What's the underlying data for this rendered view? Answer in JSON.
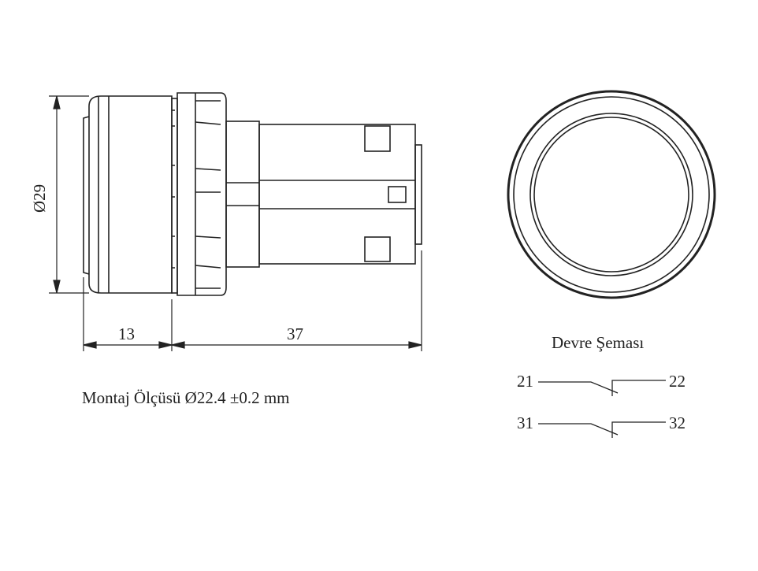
{
  "dimensions": {
    "diameter": "Ø29",
    "front_length": "13",
    "body_length": "37"
  },
  "mounting_note": "Montaj Ölçüsü Ø22.4 ±0.2 mm",
  "circuit": {
    "title": "Devre Şeması",
    "contacts": [
      {
        "left": "21",
        "right": "22"
      },
      {
        "left": "31",
        "right": "32"
      }
    ]
  },
  "colors": {
    "line": "#222222",
    "background": "#ffffff"
  }
}
